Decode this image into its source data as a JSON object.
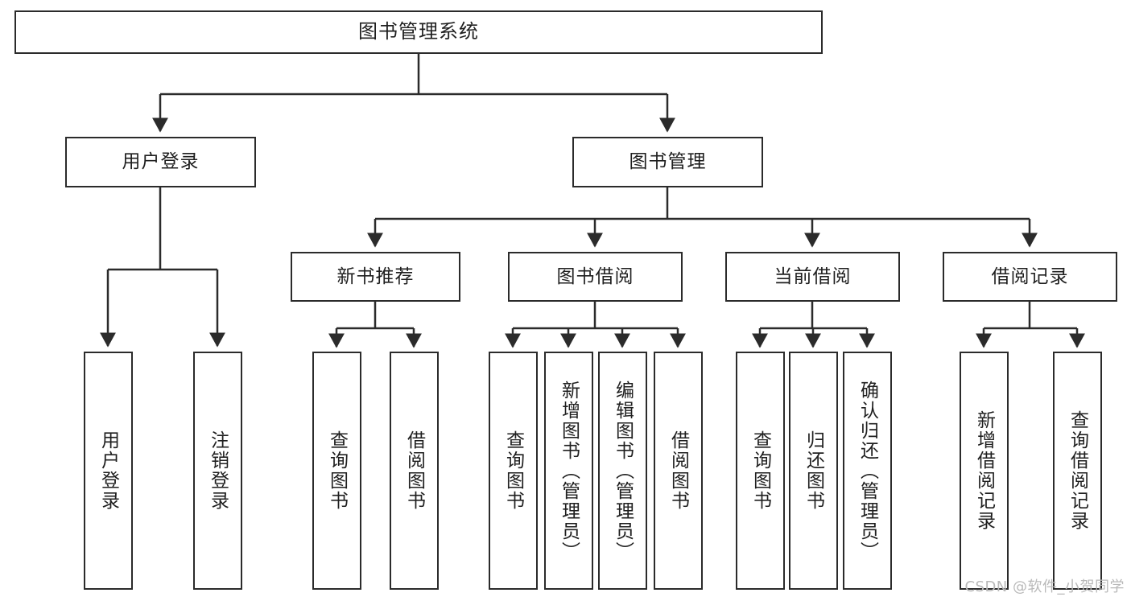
{
  "diagram": {
    "type": "tree-hierarchy-diagram",
    "root": {
      "id": "root",
      "label": "图书管理系统"
    },
    "level2": [
      {
        "id": "user-login",
        "label": "用户登录"
      },
      {
        "id": "book-management",
        "label": "图书管理"
      }
    ],
    "level3": [
      {
        "id": "new-book-recommend",
        "label": "新书推荐"
      },
      {
        "id": "book-borrow",
        "label": "图书借阅"
      },
      {
        "id": "current-borrow",
        "label": "当前借阅"
      },
      {
        "id": "borrow-record",
        "label": "借阅记录"
      }
    ],
    "leaves": {
      "user_login": [
        {
          "id": "leaf-user-login",
          "label": "用户登录"
        },
        {
          "id": "leaf-logout-login",
          "label": "注销登录"
        }
      ],
      "new_book_recommend": [
        {
          "id": "leaf-query-book-1",
          "label": "查询图书"
        },
        {
          "id": "leaf-borrow-book-1",
          "label": "借阅图书"
        }
      ],
      "book_borrow": [
        {
          "id": "leaf-query-book-2",
          "label": "查询图书"
        },
        {
          "id": "leaf-add-book",
          "label": "新增图书（管理员）"
        },
        {
          "id": "leaf-edit-book",
          "label": "编辑图书（管理员）"
        },
        {
          "id": "leaf-borrow-book-2",
          "label": "借阅图书"
        }
      ],
      "current_borrow": [
        {
          "id": "leaf-query-book-3",
          "label": "查询图书"
        },
        {
          "id": "leaf-return-book",
          "label": "归还图书"
        },
        {
          "id": "leaf-confirm-return",
          "label": "确认归还（管理员）"
        }
      ],
      "borrow_record": [
        {
          "id": "leaf-add-borrow-record",
          "label": "新增借阅记录"
        },
        {
          "id": "leaf-query-borrow-record",
          "label": "查询借阅记录"
        }
      ]
    },
    "colors": {
      "stroke": "#2b2b2b",
      "fill": "#ffffff",
      "text": "#1f1f1f",
      "watermark": "#b9b9b9"
    }
  },
  "watermark": {
    "text": "CSDN @软件_小贺同学"
  }
}
